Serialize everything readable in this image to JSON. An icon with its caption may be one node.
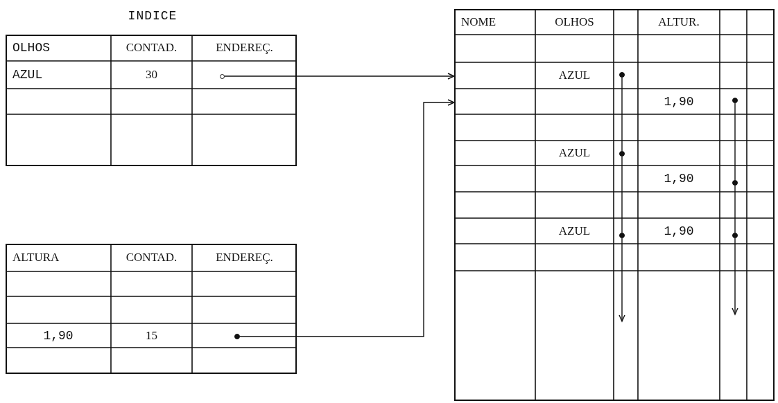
{
  "diagram": {
    "nodes": [
      {
        "text": [
          "INDICE",
          "OLHOS",
          "CONTAD.",
          "ENDEREÇ.",
          "AZUL",
          "30"
        ]
      },
      {
        "text": [],
        "shape": "circle",
        "in": 0
      },
      {
        "text": [
          "ALTURA",
          "CONTAD.",
          "ENDEREÇ.",
          "1,90",
          "15"
        ]
      },
      {
        "text": [],
        "shape": "circle",
        "in": 2
      },
      {
        "text": [
          "NOME",
          "OLHOS",
          "ALTUR.",
          "AZUL",
          "1,90",
          "AZUL",
          "1,90",
          "AZUL",
          "1,90"
        ]
      },
      {
        "text": [],
        "shape": "circle",
        "in": 4
      },
      {
        "text": [],
        "shape": "circle",
        "in": 4
      },
      {
        "text": [],
        "shape": "circle",
        "in": 4
      },
      {
        "text": [],
        "shape": "circle",
        "in": 4
      },
      {
        "text": [],
        "shape": "circle",
        "in": 4
      },
      {
        "text": [],
        "shape": "circle",
        "in": 4
      }
    ],
    "edges": [
      {
        "from": 1,
        "to": 4,
        "arrow": "to"
      },
      {
        "from": 3,
        "to": 4,
        "arrow": "to"
      },
      {
        "from": 5,
        "to": 6,
        "arrow": "none"
      },
      {
        "from": 6,
        "to": 7,
        "arrow": "none"
      },
      {
        "from": 7,
        "to": null,
        "arrow": "to"
      },
      {
        "from": 8,
        "to": 9,
        "arrow": "none"
      },
      {
        "from": 9,
        "to": 10,
        "arrow": "none"
      },
      {
        "from": 10,
        "to": null,
        "arrow": "to"
      }
    ]
  }
}
